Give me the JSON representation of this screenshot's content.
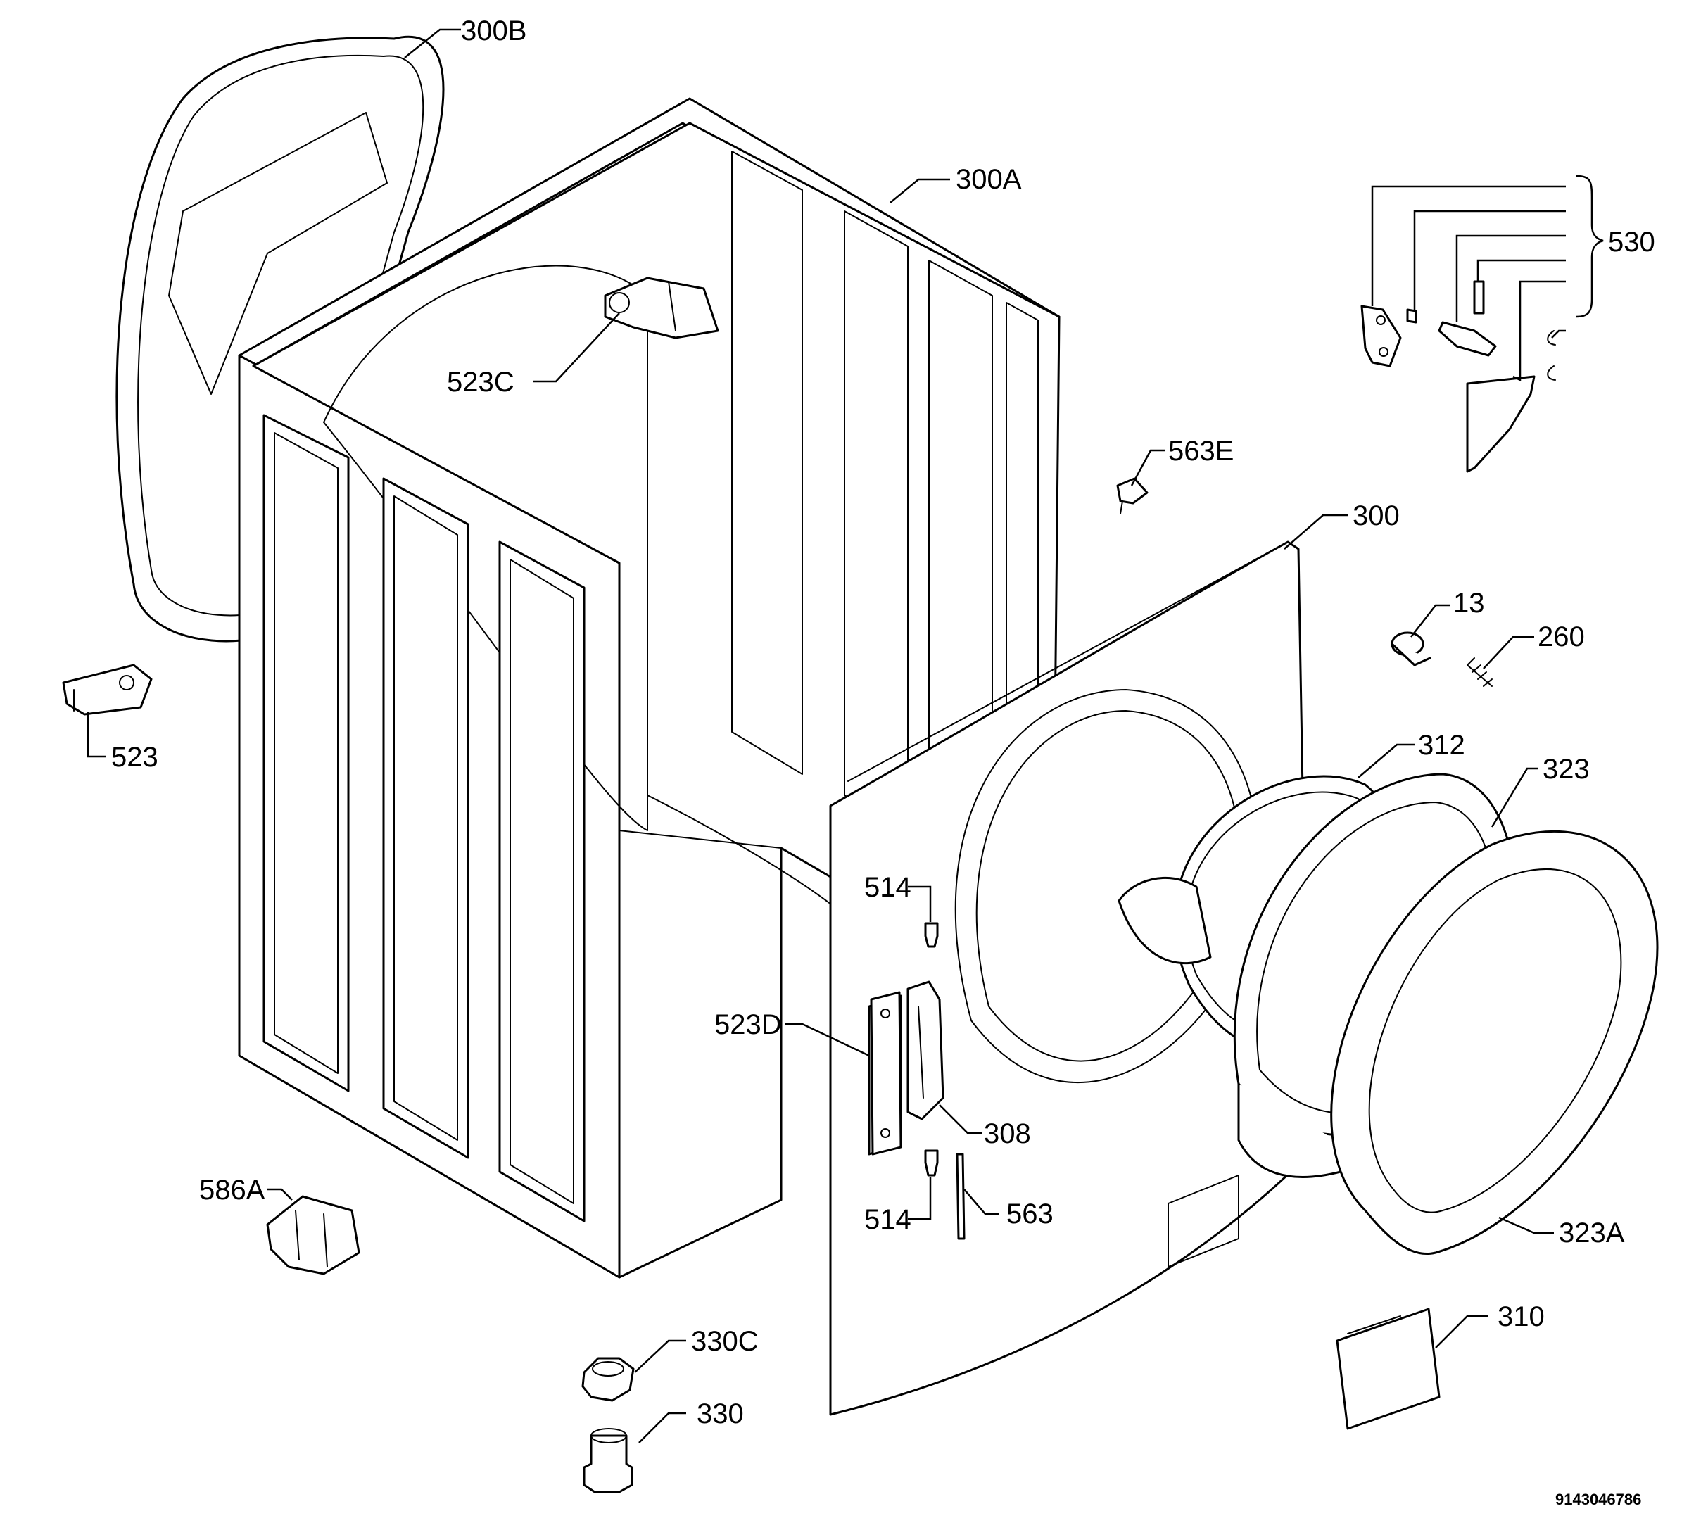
{
  "colors": {
    "line": "#000000",
    "background": "#ffffff"
  },
  "callouts": {
    "c300B": "300B",
    "c300A": "300A",
    "c530": "530",
    "c523C": "523C",
    "c563E": "563E",
    "c300": "300",
    "c13": "13",
    "c260": "260",
    "c523": "523",
    "c312": "312",
    "c323": "323",
    "c514_top": "514",
    "c523D": "523D",
    "c308": "308",
    "c514_bottom": "514",
    "c563": "563",
    "c323A": "323A",
    "c586A": "586A",
    "c330C": "330C",
    "c330": "330",
    "c310": "310"
  },
  "document_id": "9143046786"
}
